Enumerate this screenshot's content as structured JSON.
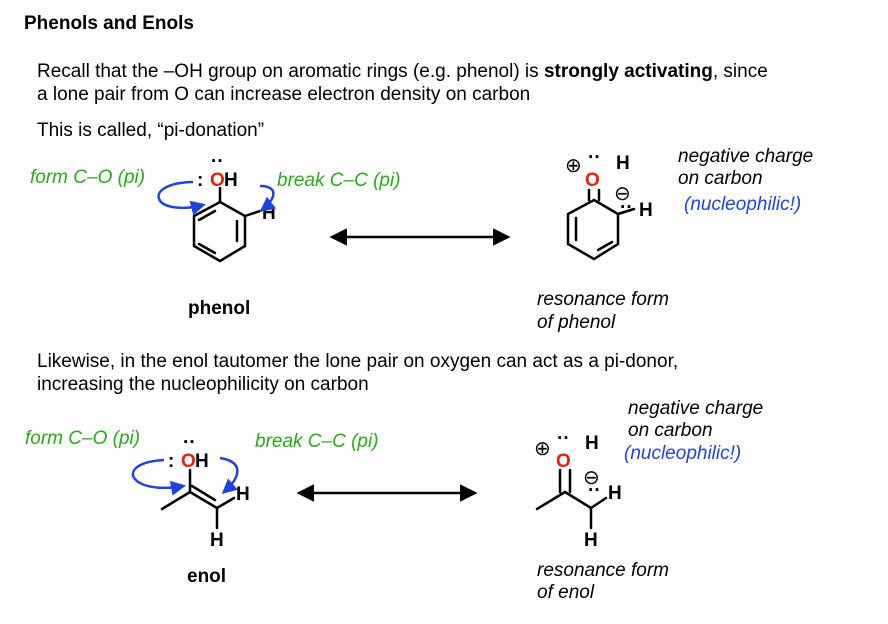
{
  "title": "Phenols and Enols",
  "intro": {
    "line1_before": "Recall that the –OH group on aromatic rings (e.g. phenol) is ",
    "line1_bold": "strongly activating",
    "line1_after": ", since",
    "line2": "a lone pair from O can increase electron density on carbon"
  },
  "pi_donation": "This is called, “pi-donation”",
  "likewise": {
    "line1": "Likewise, in the enol tautomer the lone pair on oxygen can act as a pi-donor,",
    "line2": "increasing the nucleophilicity on carbon"
  },
  "phenol_scheme": {
    "arrow_label_form": "form C–O (pi)",
    "arrow_label_break": "break C–C (pi)",
    "name": "phenol",
    "resonance_line1": "resonance form",
    "resonance_line2": "of phenol",
    "note_line1": "negative charge",
    "note_line2": "on carbon",
    "nucleophilic": "(nucleophilic!)"
  },
  "enol_scheme": {
    "arrow_label_form": "form C–O (pi)",
    "arrow_label_break": "break C–C (pi)",
    "name": "enol",
    "resonance_line1": "resonance form",
    "resonance_line2": "of enol",
    "note_line1": "negative charge",
    "note_line2": "on carbon",
    "nucleophilic": "(nucleophilic!)"
  },
  "atoms": {
    "oxygen": "O",
    "hydrogen": "H",
    "oh": "OH",
    "lone_pair_dots": ":",
    "lone_pair_top": "··",
    "radical_pair": "··",
    "plus": "⊕",
    "minus": "⊖"
  },
  "colors": {
    "green": "#2aa91b",
    "blue": "#2043e0",
    "oxygen_red": "#e02010"
  }
}
